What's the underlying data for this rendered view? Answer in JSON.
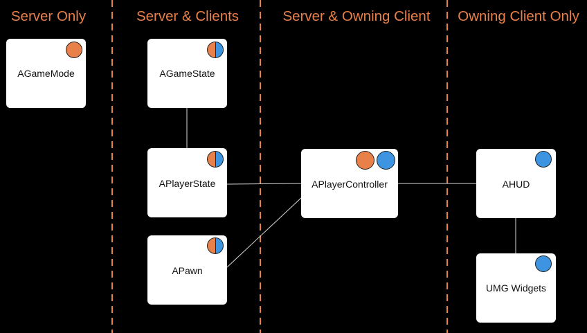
{
  "columns": [
    {
      "id": "server_only",
      "label": "Server Only"
    },
    {
      "id": "server_clients",
      "label": "Server & Clients"
    },
    {
      "id": "server_owning",
      "label": "Server & Owning Client"
    },
    {
      "id": "owning_only",
      "label": "Owning Client Only"
    }
  ],
  "nodes": {
    "game_mode": {
      "label": "AGameMode",
      "indicator": "server"
    },
    "game_state": {
      "label": "AGameState",
      "indicator": "split"
    },
    "player_state": {
      "label": "APlayerState",
      "indicator": "split"
    },
    "pawn": {
      "label": "APawn",
      "indicator": "split"
    },
    "player_controller": {
      "label": "APlayerController",
      "indicator": "both"
    },
    "hud": {
      "label": "AHUD",
      "indicator": "client"
    },
    "umg_widgets": {
      "label": "UMG Widgets",
      "indicator": "client"
    }
  },
  "connections": [
    [
      "game_state",
      "player_state"
    ],
    [
      "player_state",
      "player_controller"
    ],
    [
      "pawn",
      "player_controller"
    ],
    [
      "player_controller",
      "hud"
    ],
    [
      "hud",
      "umg_widgets"
    ]
  ],
  "colors": {
    "background": "#000000",
    "accent_orange": "#e8804a",
    "client_blue": "#3d94e0",
    "node_fill": "#ffffff",
    "connector": "#d9d9d9",
    "divider": "#e8804a"
  }
}
